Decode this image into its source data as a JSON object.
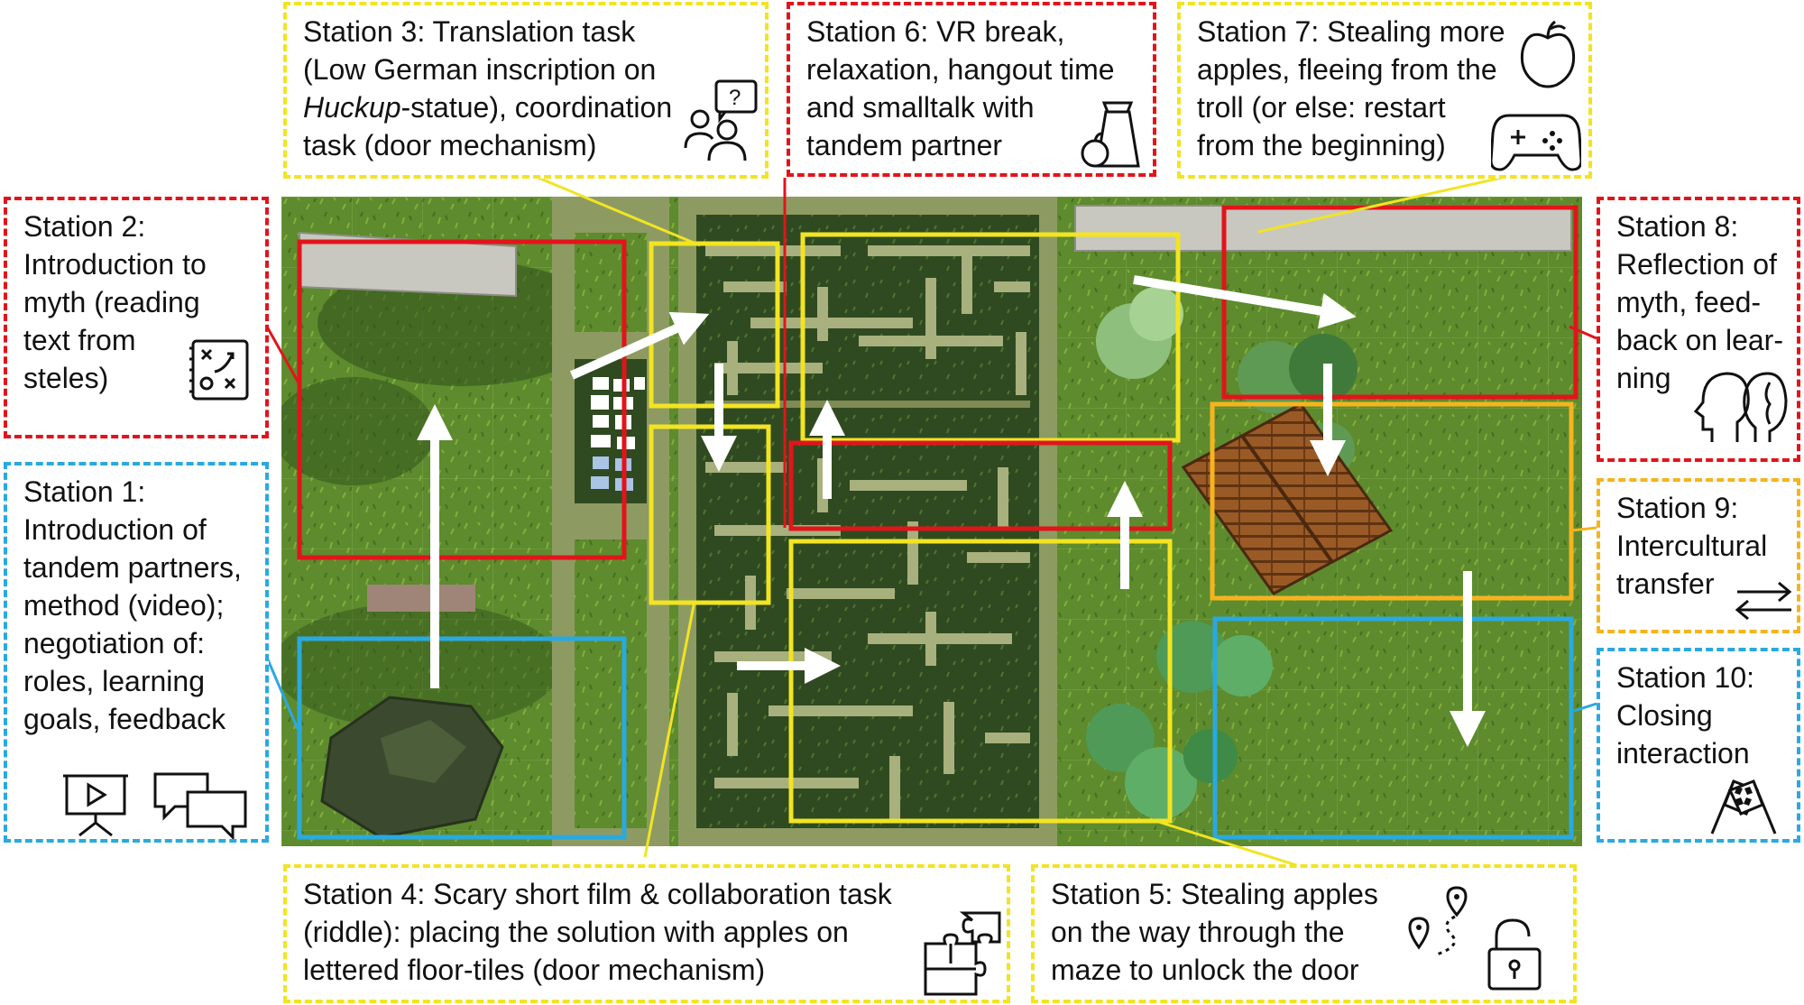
{
  "colors": {
    "red": "#e2141b",
    "yellow": "#f2e422",
    "blue": "#2aa9e0",
    "orange": "#f5b41e",
    "grass": "#5c8a2c",
    "hedge": "#8c9a62",
    "arrow": "#ffffff"
  },
  "stations": [
    {
      "id": "s1",
      "text": "Station 1:\nIntroduction of\ntandem partners,\nmethod (video);\nnegotiation of:\nroles, learning\ngoals, feedback",
      "icons": [
        "presentation-board-icon",
        "chat-bubbles-icon"
      ]
    },
    {
      "id": "s2",
      "text": "Station 2:\nIntroduction to\nmyth (reading\ntext from\nsteles)",
      "icons": [
        "strategy-notebook-icon"
      ]
    },
    {
      "id": "s3",
      "text_a": "Station 3: Translation task\n(Low German inscription on\n",
      "text_italic": "Huckup",
      "text_b": "-statue), coordination\ntask (door mechanism)",
      "icons": [
        "question-people-icon"
      ]
    },
    {
      "id": "s4",
      "text": "Station 4: Scary short film & collaboration task\n(riddle): placing the solution with apples on\nlettered floor-tiles (door mechanism)",
      "icons": [
        "puzzle-icon"
      ]
    },
    {
      "id": "s5",
      "text": "Station 5: Stealing apples\non the way through the\nmaze to unlock the door",
      "icons": [
        "route-pins-icon",
        "unlocked-padlock-icon"
      ]
    },
    {
      "id": "s6",
      "text": "Station 6: VR break,\nrelaxation, hangout time\nand smalltalk with\ntandem partner",
      "icons": [
        "snack-bag-icon"
      ]
    },
    {
      "id": "s7",
      "text": "Station 7: Stealing more\napples, fleeing from the\ntroll (or else: restart\nfrom the beginning)",
      "icons": [
        "apple-icon",
        "gamepad-icon"
      ]
    },
    {
      "id": "s8",
      "text": "Station 8:\nReflection of\nmyth, feed-\nback on lear-\nning",
      "icons": [
        "heads-reflection-icon"
      ]
    },
    {
      "id": "s9",
      "text": "Station 9:\nIntercultural\ntransfer",
      "icons": [
        "exchange-arrows-icon"
      ]
    },
    {
      "id": "s10",
      "text": "Station 10:\nClosing\ninteraction",
      "icons": [
        "checkered-flags-icon"
      ]
    }
  ]
}
